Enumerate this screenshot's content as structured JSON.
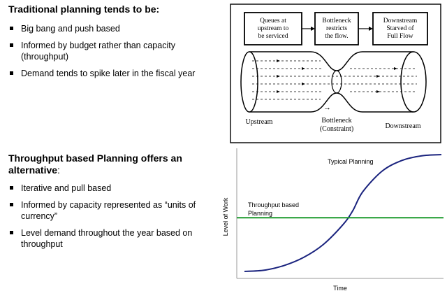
{
  "left_top": {
    "heading": "Traditional planning tends to be:",
    "bullets": [
      "Big bang and push based",
      "Informed by budget rather than capacity",
      "(throughput)",
      "Demand tends to spike later in the fiscal year"
    ]
  },
  "left_bottom": {
    "heading_line1": "Throughput based Planning offers an",
    "heading_line2": "alternative",
    "heading_colon": ":",
    "bullets": [
      "Iterative and pull based",
      "Informed by capacity represented as “units of",
      "currency”",
      "Level demand throughout the year based on",
      "throughput"
    ]
  },
  "flow_diagram": {
    "box_upstream": [
      "Queues at",
      "upstream to",
      "be serviced"
    ],
    "box_bottleneck": [
      "Bottleneck",
      "restricts",
      "the flow."
    ],
    "box_downstream": [
      "Downstream",
      "Starved of",
      "Full Flow"
    ],
    "label_upstream": "Upstream",
    "label_bottleneck": [
      "Bottleneck",
      "(Constraint)"
    ],
    "label_downstream": "Downstream",
    "arrow_glyph": "→"
  },
  "chart_data": {
    "type": "line",
    "xlabel": "Time",
    "ylabel": "Level of Work",
    "series": [
      {
        "name": "Typical Planning",
        "color": "#1a237e",
        "shape": "s-curve",
        "x": [
          0,
          0.1,
          0.2,
          0.3,
          0.4,
          0.5,
          0.55,
          0.6,
          0.7,
          0.8,
          0.9,
          1.0
        ],
        "y": [
          0.0,
          0.01,
          0.05,
          0.12,
          0.23,
          0.4,
          0.52,
          0.68,
          0.86,
          0.95,
          0.99,
          1.0
        ]
      },
      {
        "name_lines": [
          "Throughput based",
          "Planning"
        ],
        "color": "#1c9a2c",
        "shape": "flat",
        "x": [
          0,
          1.0
        ],
        "y": [
          0.46,
          0.46
        ]
      }
    ]
  }
}
